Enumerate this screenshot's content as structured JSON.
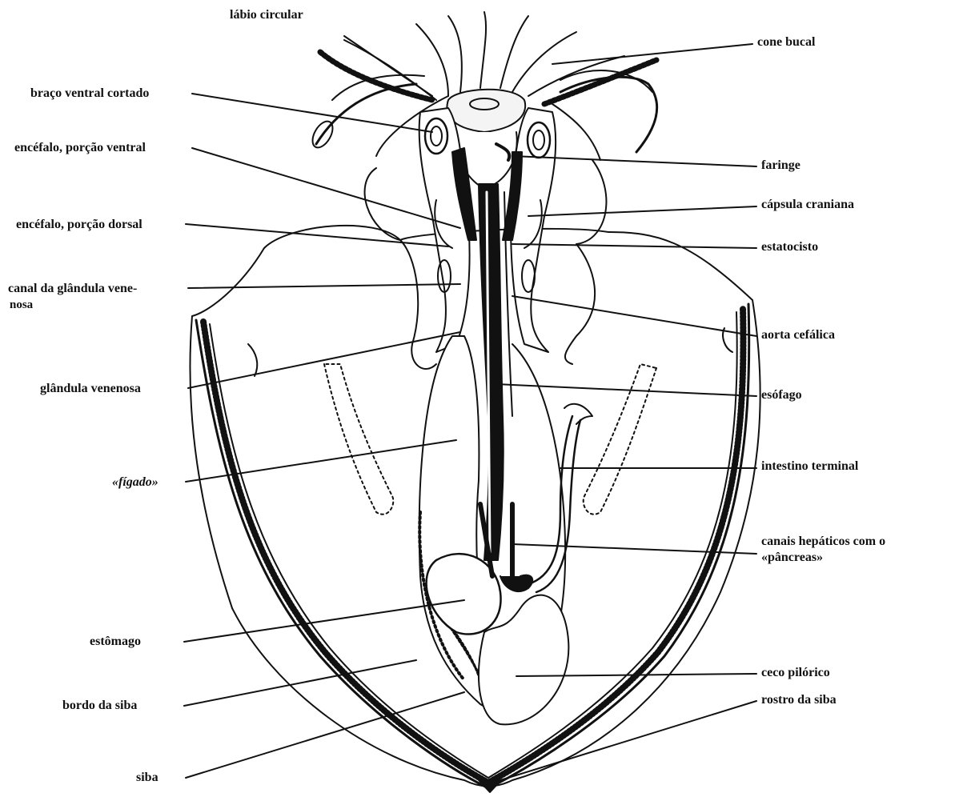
{
  "labels": {
    "labio_circular": "lábio circular",
    "cone_bucal": "cone bucal",
    "braco_ventral": "braço ventral cortado",
    "encefalo_ventral": "encéfalo, porção ventral",
    "faringe": "faringe",
    "capsula": "cápsula craniana",
    "encefalo_dorsal": "encéfalo, porção dorsal",
    "estatocisto": "estatocisto",
    "canal_glandula_1": "canal da glândula vene-",
    "canal_glandula_2": "nosa",
    "aorta": "aorta cefálica",
    "glandula": "glândula venenosa",
    "esofago": "esófago",
    "intestino": "intestino terminal",
    "figado": "«fígado»",
    "canais_1": "canais hepáticos com o",
    "canais_2": "«pâncreas»",
    "estomago": "estômago",
    "ceco": "ceco pilórico",
    "bordo": "bordo da siba",
    "siba": "siba",
    "rostro": "rostro da siba"
  }
}
